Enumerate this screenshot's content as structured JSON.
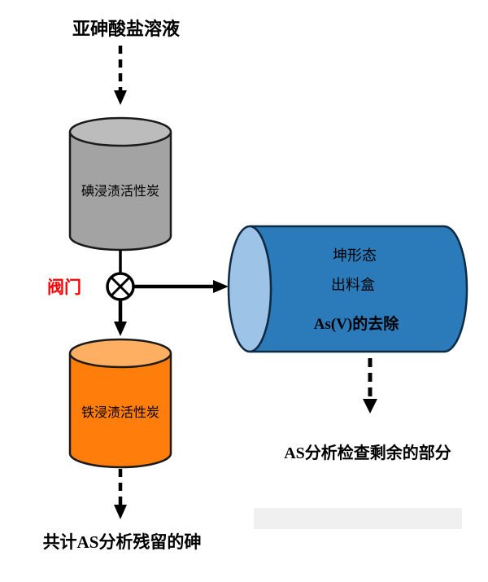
{
  "labels": {
    "feed": "亚砷酸盐溶液",
    "iodine_carbon": "碘浸渍活性炭",
    "valve": "阀门",
    "vessel_line1": "坤形态",
    "vessel_line2": "出料盒",
    "vessel_line3": "As(V)的去除",
    "vessel_output": "AS分析检查剩余的部分",
    "iron_carbon": "铁浸渍活性炭",
    "bottom_output": "共计AS分析残留的砷"
  },
  "colors": {
    "gray_body": "#a3a3a3",
    "gray_top": "#bcbcbc",
    "orange_body": "#ff7d0a",
    "orange_top": "#ffaf61",
    "blue_body": "#2b7bba",
    "blue_cap": "#9dc3e6",
    "valve_label": "#ff0000",
    "faint_box": "#f0f0f0"
  }
}
